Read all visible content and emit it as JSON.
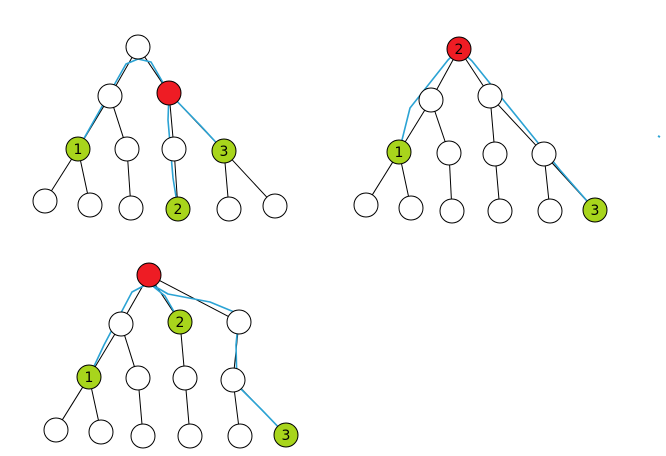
{
  "colors": {
    "background": "#ffffff",
    "node_default": "#ffffff",
    "node_red": "#ee1c24",
    "node_green": "#a8d51c",
    "edge": "#000000",
    "highlight": "#2ba3d4"
  },
  "trees": [
    {
      "name": "tree-top-left",
      "nodes": [
        {
          "label": "",
          "color": "default"
        },
        {
          "label": "",
          "color": "default"
        },
        {
          "label": "",
          "color": "red"
        },
        {
          "label": "1",
          "color": "green"
        },
        {
          "label": "",
          "color": "default"
        },
        {
          "label": "",
          "color": "default"
        },
        {
          "label": "3",
          "color": "green"
        },
        {
          "label": "",
          "color": "default"
        },
        {
          "label": "",
          "color": "default"
        },
        {
          "label": "",
          "color": "default"
        },
        {
          "label": "2",
          "color": "green"
        },
        {
          "label": "",
          "color": "default"
        },
        {
          "label": "",
          "color": "default"
        }
      ]
    },
    {
      "name": "tree-top-right",
      "nodes": [
        {
          "label": "2",
          "color": "red"
        },
        {
          "label": "",
          "color": "default"
        },
        {
          "label": "",
          "color": "default"
        },
        {
          "label": "1",
          "color": "green"
        },
        {
          "label": "",
          "color": "default"
        },
        {
          "label": "",
          "color": "default"
        },
        {
          "label": "",
          "color": "default"
        },
        {
          "label": "",
          "color": "default"
        },
        {
          "label": "",
          "color": "default"
        },
        {
          "label": "",
          "color": "default"
        },
        {
          "label": "",
          "color": "default"
        },
        {
          "label": "",
          "color": "default"
        },
        {
          "label": "3",
          "color": "green"
        }
      ]
    },
    {
      "name": "tree-bottom",
      "nodes": [
        {
          "label": "",
          "color": "red"
        },
        {
          "label": "",
          "color": "default"
        },
        {
          "label": "2",
          "color": "green"
        },
        {
          "label": "",
          "color": "default"
        },
        {
          "label": "1",
          "color": "green"
        },
        {
          "label": "",
          "color": "default"
        },
        {
          "label": "",
          "color": "default"
        },
        {
          "label": "",
          "color": "default"
        },
        {
          "label": "",
          "color": "default"
        },
        {
          "label": "",
          "color": "default"
        },
        {
          "label": "",
          "color": "default"
        },
        {
          "label": "",
          "color": "default"
        },
        {
          "label": "",
          "color": "default"
        },
        {
          "label": "3",
          "color": "green"
        }
      ]
    }
  ]
}
